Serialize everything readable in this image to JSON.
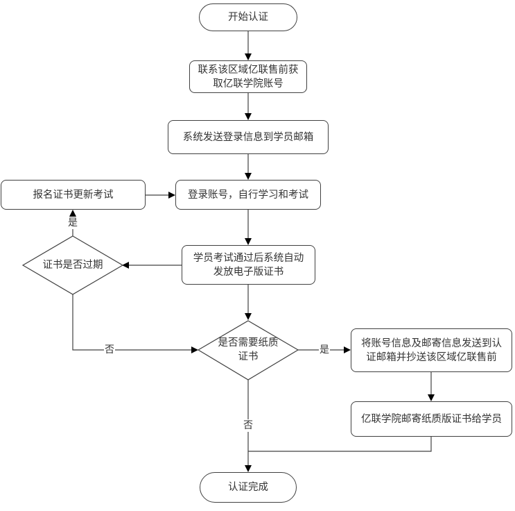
{
  "nodes": {
    "start": "开始认证",
    "contact_line1": "联系该区域亿联售前获",
    "contact_line2": "取亿联学院账号",
    "email_login": "系统发送登录信息到学员邮箱",
    "study_exam": "登录账号，自行学习和考试",
    "renew_exam": "报名证书更新考试",
    "pass_issue_line1": "学员考试通过后系统自动",
    "pass_issue_line2": "发放电子版证书",
    "expired_check": "证书是否过期",
    "paper_check_line1": "是否需要纸质",
    "paper_check_line2": "证书",
    "send_info_line1": "将账号信息及邮寄信息发送到认",
    "send_info_line2": "证邮箱并抄送该区域亿联售前",
    "mail_cert": "亿联学院邮寄纸质版证书给学员",
    "end": "认证完成"
  },
  "edge_labels": {
    "expired_yes": "是",
    "expired_no": "否",
    "paper_yes": "是",
    "paper_no": "否"
  },
  "colors": {
    "stroke": "#404040",
    "text": "#333333",
    "background": "#ffffff"
  }
}
